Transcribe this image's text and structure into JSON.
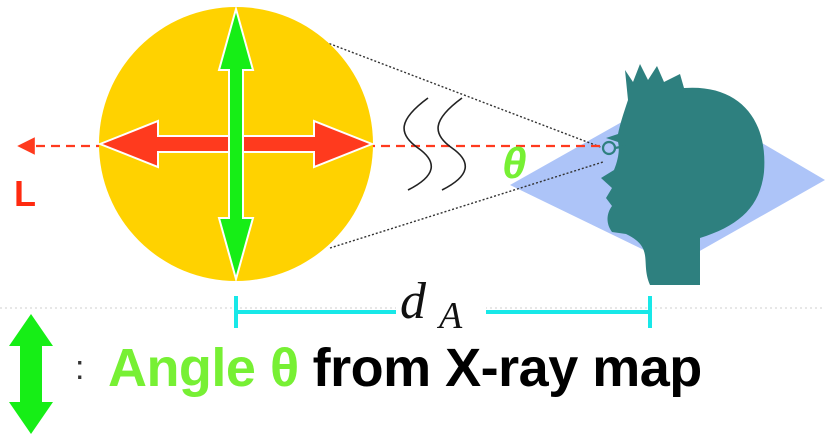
{
  "colors": {
    "source_disk": "#ffd200",
    "minor_axis_arrow": "#ff3a1e",
    "major_axis_arrow": "#16ee16",
    "line_of_sight": "#ff3a1e",
    "observer": "#2e807f",
    "sky_plane": "#adc4f8",
    "distance_bar": "#18e8e8",
    "angle_label": "#77f034"
  },
  "icons": {
    "observer": "head-silhouette-icon",
    "distance_break": "squiggle-break-icon",
    "legend_arrow": "double-arrow-icon"
  },
  "diagram": {
    "length_label": "L",
    "angle_label": "θ",
    "distance_label_main": "d",
    "distance_label_sub": "A"
  },
  "legend": {
    "colon": ":",
    "highlight": "Angle θ",
    "rest": "from X-ray map"
  }
}
